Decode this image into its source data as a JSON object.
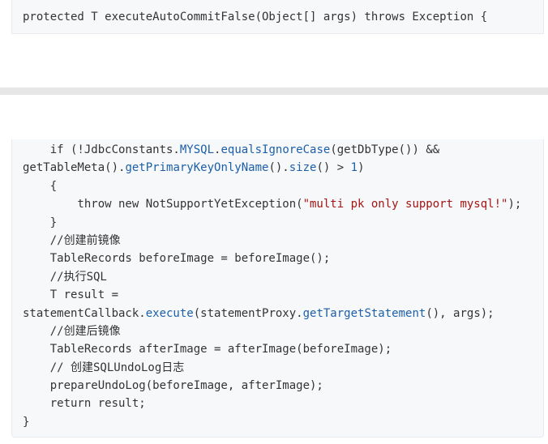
{
  "top_code": {
    "lines": [
      [
        {
          "t": "protected T executeAutoCommitFalse(Object[] args) throws Exception {",
          "c": "plain"
        }
      ]
    ]
  },
  "bottom_code": {
    "lines": [
      [
        {
          "t": "    if (!JdbcConstants.",
          "c": "plain"
        },
        {
          "t": "MYSQL",
          "c": "fn"
        },
        {
          "t": ".",
          "c": "plain"
        },
        {
          "t": "equalsIgnoreCase",
          "c": "fn"
        },
        {
          "t": "(getDbType()) &&",
          "c": "plain"
        }
      ],
      [
        {
          "t": "getTableMeta().",
          "c": "plain"
        },
        {
          "t": "getPrimaryKeyOnlyName",
          "c": "fn"
        },
        {
          "t": "().",
          "c": "plain"
        },
        {
          "t": "size",
          "c": "fn"
        },
        {
          "t": "() > ",
          "c": "plain"
        },
        {
          "t": "1",
          "c": "num"
        },
        {
          "t": ")",
          "c": "plain"
        }
      ],
      [
        {
          "t": "    {",
          "c": "plain"
        }
      ],
      [
        {
          "t": "        throw new NotSupportYetException(",
          "c": "plain"
        },
        {
          "t": "\"multi pk only support mysql!\"",
          "c": "str"
        },
        {
          "t": ");",
          "c": "plain"
        }
      ],
      [
        {
          "t": "    }",
          "c": "plain"
        }
      ],
      [
        {
          "t": "    //创建前镜像",
          "c": "comment"
        }
      ],
      [
        {
          "t": "    TableRecords beforeImage = beforeImage();",
          "c": "plain"
        }
      ],
      [
        {
          "t": "    //执行SQL",
          "c": "comment"
        }
      ],
      [
        {
          "t": "    T result =",
          "c": "plain"
        }
      ],
      [
        {
          "t": "statementCallback.",
          "c": "plain"
        },
        {
          "t": "execute",
          "c": "fn"
        },
        {
          "t": "(statementProxy.",
          "c": "plain"
        },
        {
          "t": "getTargetStatement",
          "c": "fn"
        },
        {
          "t": "(), args);",
          "c": "plain"
        }
      ],
      [
        {
          "t": "    //创建后镜像",
          "c": "comment"
        }
      ],
      [
        {
          "t": "    TableRecords afterImage = afterImage(beforeImage);",
          "c": "plain"
        }
      ],
      [
        {
          "t": "    // 创建SQLUndoLog日志",
          "c": "comment"
        }
      ],
      [
        {
          "t": "    prepareUndoLog(beforeImage, afterImage);",
          "c": "plain"
        }
      ],
      [
        {
          "t": "    return result;",
          "c": "plain"
        }
      ],
      [
        {
          "t": "}",
          "c": "plain"
        }
      ]
    ]
  }
}
